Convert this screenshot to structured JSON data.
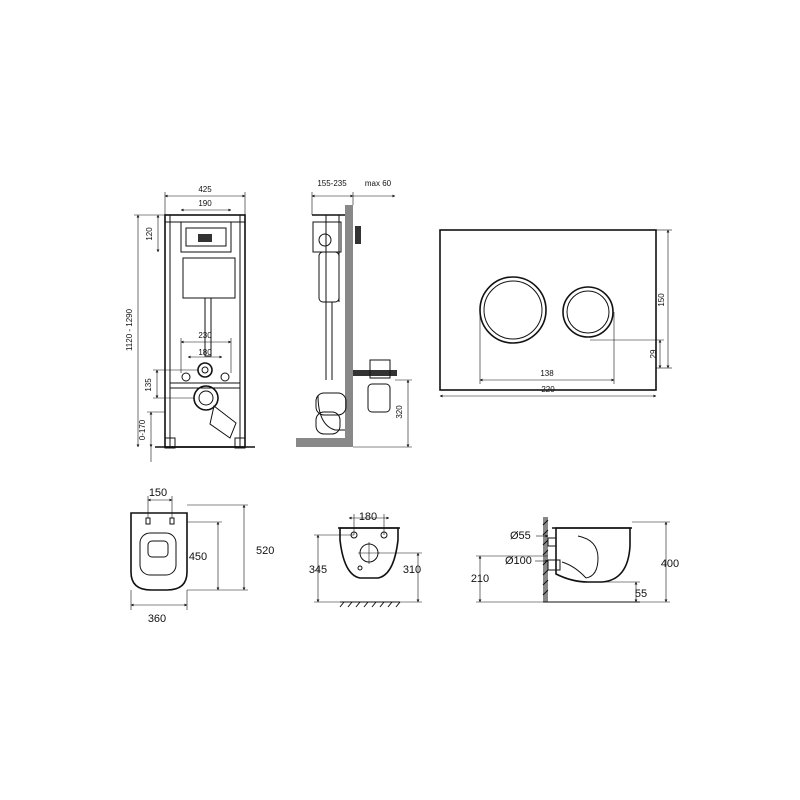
{
  "frame_front": {
    "width_total": "425",
    "width_inner": "190",
    "top_offset": "120",
    "height_range": "1120 - 1290",
    "bolt_spacing": "230",
    "outlet_spacing": "180",
    "outlet_height": "135",
    "foot_range": "0-170"
  },
  "frame_side": {
    "depth_range": "155-235",
    "wall_max": "max 60",
    "drain_height": "320"
  },
  "flush_plate": {
    "height": "150",
    "button_offset": "29",
    "button_span": "138",
    "width": "220"
  },
  "bowl_top": {
    "hole_spacing": "150",
    "depth_inner": "450",
    "depth_total": "520",
    "width": "360"
  },
  "bowl_back": {
    "hole_spacing": "180",
    "height_left": "345",
    "height_right": "310"
  },
  "bowl_side": {
    "inlet_diameter": "Ø55",
    "outlet_diameter": "Ø100",
    "outlet_height": "210",
    "total_height": "400",
    "inlet_depth": "55"
  }
}
